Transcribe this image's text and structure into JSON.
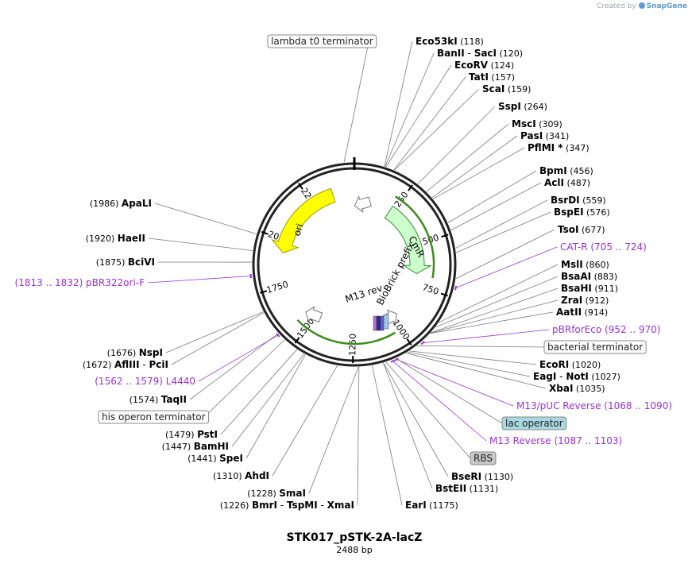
{
  "credit": {
    "prefix": "Created by",
    "brand": "SnapGene"
  },
  "plasmid": {
    "name": "STK017_pSTK-2A-lacZ",
    "length_label": "2488 bp",
    "length": 2488
  },
  "ticks": [
    250,
    500,
    750,
    1000,
    1250,
    1500,
    1750,
    2000,
    2250
  ],
  "features": [
    {
      "name": "ori",
      "start": 1930,
      "end": 2370,
      "direction": -1,
      "color": "#ffff00",
      "stroke": "#9a9a00"
    },
    {
      "name": "CmR",
      "start": 230,
      "end": 680,
      "direction": 1,
      "color": "#ccffcc",
      "stroke": "#2e8b2e"
    },
    {
      "name": "BioBrick prefix",
      "color": "#9fc5e8"
    },
    {
      "name": "M13 rev",
      "color": "#6a5acd"
    }
  ],
  "sites_right": [
    {
      "name": "Eco53kI",
      "pos": "(118)"
    },
    {
      "name": "BanII",
      "name2": "SacI",
      "pos": "(120)"
    },
    {
      "name": "EcoRV",
      "pos": "(124)"
    },
    {
      "name": "TatI",
      "pos": "(157)"
    },
    {
      "name": "ScaI",
      "pos": "(159)"
    },
    {
      "name": "SspI",
      "pos": "(264)"
    },
    {
      "name": "MscI",
      "pos": "(309)"
    },
    {
      "name": "PasI",
      "pos": "(341)"
    },
    {
      "name": "PflMI *",
      "pos": "(347)"
    },
    {
      "name": "BpmI",
      "pos": "(456)"
    },
    {
      "name": "AclI",
      "pos": "(487)"
    },
    {
      "name": "BsrDI",
      "pos": "(559)"
    },
    {
      "name": "BspEI",
      "pos": "(576)"
    },
    {
      "name": "TsoI",
      "pos": "(677)"
    },
    {
      "name": "MslI",
      "pos": "(860)"
    },
    {
      "name": "BsaAI",
      "pos": "(883)"
    },
    {
      "name": "BsaHI",
      "pos": "(911)"
    },
    {
      "name": "ZraI",
      "pos": "(912)"
    },
    {
      "name": "AatII",
      "pos": "(914)"
    },
    {
      "name": "EcoRI",
      "pos": "(1020)"
    },
    {
      "name": "EagI",
      "name2": "NotI",
      "pos": "(1027)"
    },
    {
      "name": "XbaI",
      "pos": "(1035)"
    },
    {
      "name": "BseRI",
      "pos": "(1130)"
    },
    {
      "name": "BstEII",
      "pos": "(1131)"
    },
    {
      "name": "EarI",
      "pos": "(1175)"
    }
  ],
  "sites_left": [
    {
      "name": "ApaLI",
      "pos": "(1986)"
    },
    {
      "name": "HaeII",
      "pos": "(1920)"
    },
    {
      "name": "BciVI",
      "pos": "(1875)"
    },
    {
      "name": "NspI",
      "pos": "(1676)"
    },
    {
      "name": "AflIII",
      "name2": "PciI",
      "pos": "(1672)"
    },
    {
      "name": "TaqII",
      "pos": "(1574)"
    },
    {
      "name": "PstI",
      "pos": "(1479)"
    },
    {
      "name": "BamHI",
      "pos": "(1447)"
    },
    {
      "name": "SpeI",
      "pos": "(1441)"
    },
    {
      "name": "AhdI",
      "pos": "(1310)"
    },
    {
      "name": "SmaI",
      "pos": "(1228)"
    },
    {
      "name": "BmrI",
      "name2": "TspMI",
      "name3": "XmaI",
      "pos": "(1226)"
    }
  ],
  "primers": [
    {
      "name": "CAT-R",
      "range": "(705 .. 724)"
    },
    {
      "name": "pBRforEco",
      "range": "(952 .. 970)"
    },
    {
      "name": "M13/pUC Reverse",
      "range": "(1068 .. 1090)"
    },
    {
      "name": "M13 Reverse",
      "range": "(1087 .. 1103)"
    },
    {
      "name": "pBR322ori-F",
      "range": "(1813 .. 1832)"
    },
    {
      "name": "L4440",
      "range": "(1562 .. 1579)"
    }
  ],
  "boxed_features": [
    {
      "name": "lambda t0 terminator",
      "style": "white"
    },
    {
      "name": "bacterial terminator",
      "style": "white"
    },
    {
      "name": "lac operator",
      "style": "teal"
    },
    {
      "name": "RBS",
      "style": "grey"
    },
    {
      "name": "his operon terminator",
      "style": "white"
    }
  ],
  "colors": {
    "primer": "#9b30d9",
    "line": "#7a7a7a",
    "backbone": "#222222",
    "teal": "#a8d8e0",
    "grey": "#c8c8c8"
  }
}
